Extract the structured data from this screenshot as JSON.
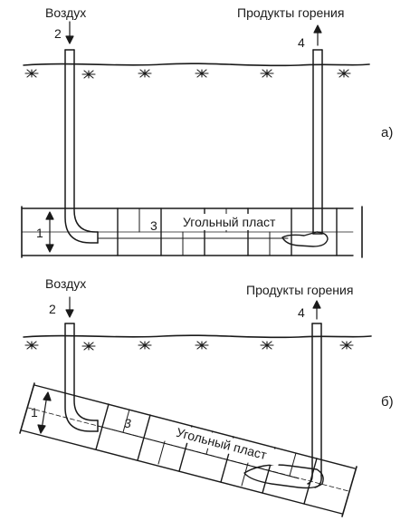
{
  "diagram_a": {
    "air_label": "Воздух",
    "products_label": "Продукты горения",
    "num_air_pipe": "2",
    "num_products_pipe": "4",
    "num_seam": "1",
    "num_channel": "3",
    "seam_label": "Угольный пласт",
    "panel_label": "а)"
  },
  "diagram_b": {
    "air_label": "Воздух",
    "products_label": "Продукты горения",
    "num_air_pipe": "2",
    "num_products_pipe": "4",
    "num_seam": "1",
    "num_channel": "3",
    "seam_label": "Угольный пласт",
    "panel_label": "б)"
  },
  "colors": {
    "ink": "#1a1a1a",
    "background": "#ffffff"
  }
}
